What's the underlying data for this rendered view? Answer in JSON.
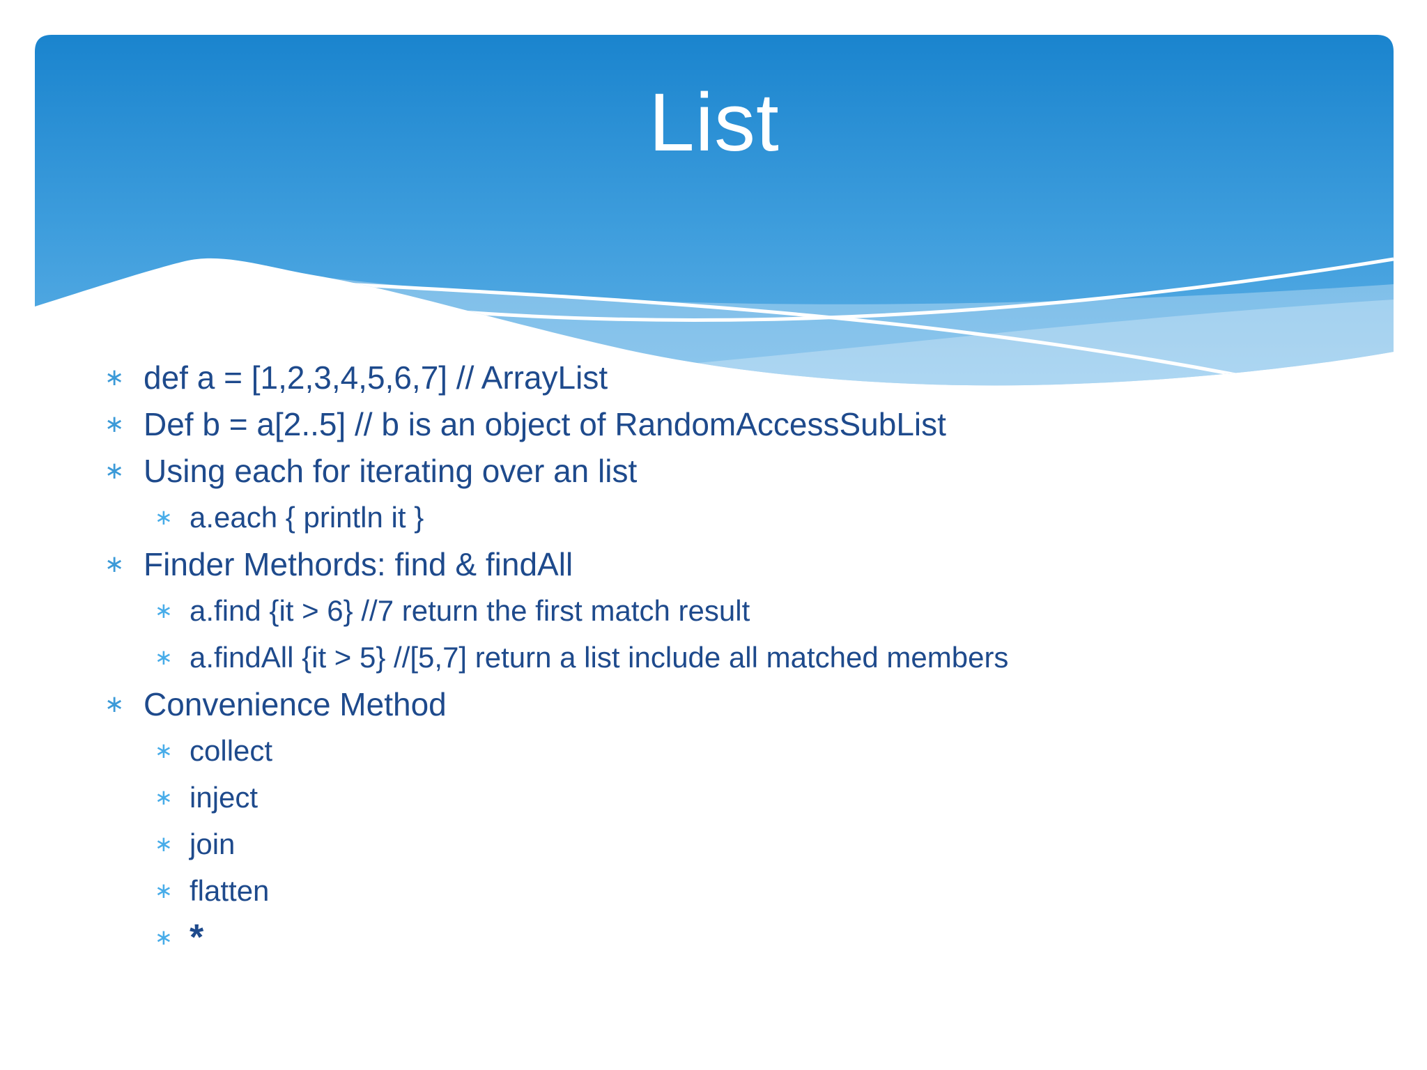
{
  "slide": {
    "title": "List",
    "bullets": [
      {
        "level": 1,
        "text": "def a = [1,2,3,4,5,6,7] // ArrayList"
      },
      {
        "level": 1,
        "text": "Def b = a[2..5] // b is an object of RandomAccessSubList"
      },
      {
        "level": 1,
        "text": "Using each for iterating over an list"
      },
      {
        "level": 2,
        "text": "a.each { println it }"
      },
      {
        "level": 1,
        "text": "Finder Methords: find & findAll"
      },
      {
        "level": 2,
        "text": "a.find {it > 6} //7 return the first match result"
      },
      {
        "level": 2,
        "text": "a.findAll {it > 5} //[5,7] return a list include all matched members"
      },
      {
        "level": 1,
        "text": "Convenience Method"
      },
      {
        "level": 2,
        "text": "collect"
      },
      {
        "level": 2,
        "text": "inject"
      },
      {
        "level": 2,
        "text": "join"
      },
      {
        "level": 2,
        "text": "flatten"
      },
      {
        "level": 2,
        "text": "*",
        "emphasis": true
      }
    ],
    "colors": {
      "header_gradient_top": "#1a84ce",
      "header_gradient_bottom": "#5fb0e6",
      "title_text": "#ffffff",
      "body_text": "#1e4a8c",
      "bullet_level1": "#3b9ad8",
      "bullet_level2": "#47ace9",
      "background": "#ffffff"
    },
    "bullet_glyph": "∗"
  }
}
